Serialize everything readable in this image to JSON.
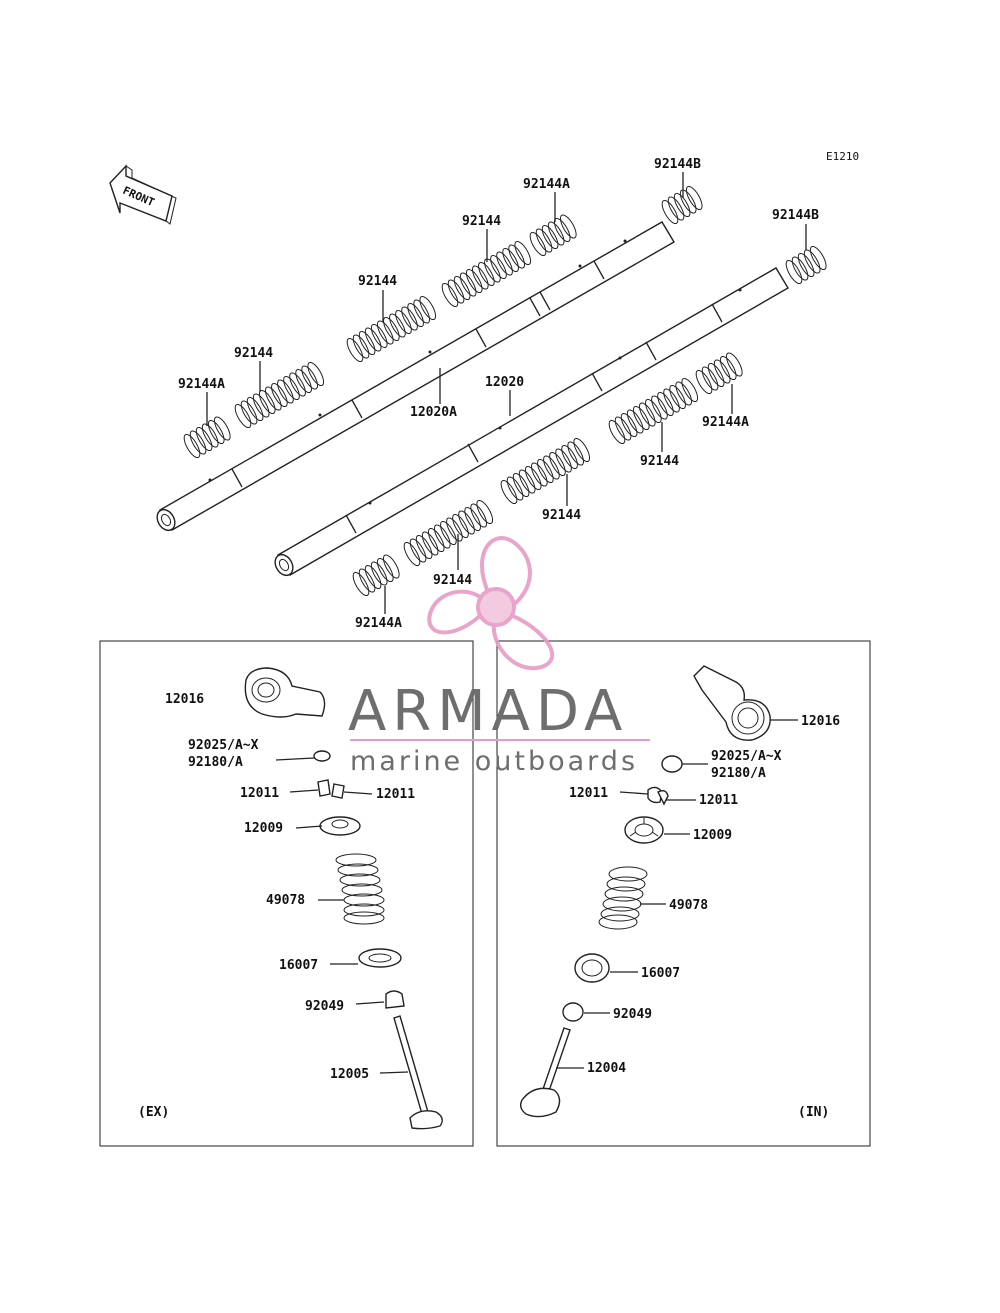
{
  "diagram": {
    "figure_code": "E1210",
    "front_label": "FRONT",
    "labels": {
      "p92144B_top": "92144B",
      "p92144A_top": "92144A",
      "p92144_a": "92144",
      "p92144_b": "92144",
      "p92144B_right": "92144B",
      "p92144_c": "92144",
      "p92144A_left": "92144A",
      "p12020A": "12020A",
      "p12020": "12020",
      "p92144A_right": "92144A",
      "p92144_d": "92144",
      "p92144_e": "92144",
      "p92144_f": "92144",
      "p92144A_bottom": "92144A"
    },
    "ex_panel": {
      "caption": "(EX)",
      "labels": {
        "rocker": "12016",
        "adjuster_1": "92025/A~X",
        "adjuster_2": "92180/A",
        "cotter_l": "12011",
        "cotter_r": "12011",
        "retainer": "12009",
        "spring": "49078",
        "seat": "16007",
        "seal": "92049",
        "valve": "12005"
      }
    },
    "in_panel": {
      "caption": "(IN)",
      "labels": {
        "rocker": "12016",
        "adjuster_1": "92025/A~X",
        "adjuster_2": "92180/A",
        "cotter_l": "12011",
        "cotter_r": "12011",
        "retainer": "12009",
        "spring": "49078",
        "seat": "16007",
        "seal": "92049",
        "valve": "12004"
      }
    }
  },
  "watermark": {
    "brand": "ARMADA",
    "tagline": "marine outboards",
    "brand_color": "#6e6e6e",
    "tagline_color": "#6e6e6e",
    "logo_color": "#e79bc4",
    "logo_fill": "#f2c6de"
  }
}
